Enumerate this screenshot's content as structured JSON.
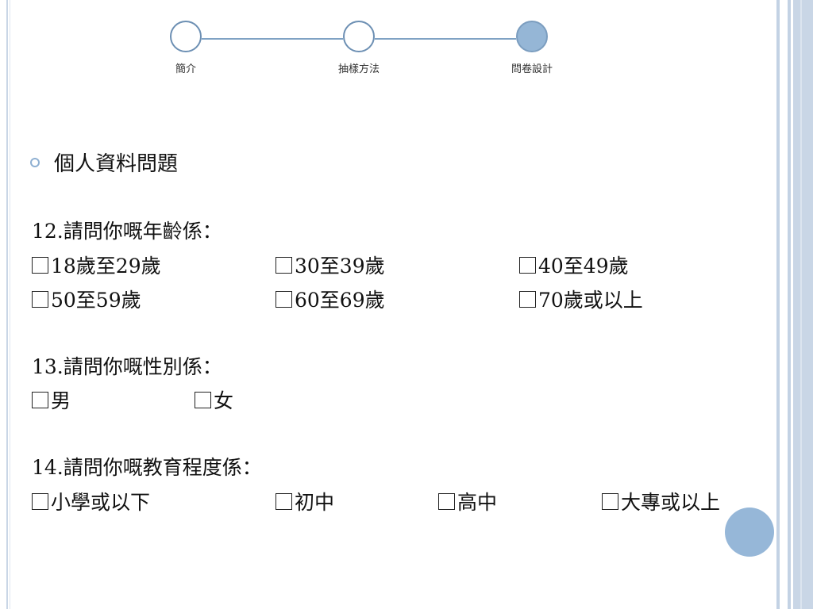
{
  "progress": {
    "steps": [
      {
        "label": "簡介",
        "state": "inactive"
      },
      {
        "label": "抽樣方法",
        "state": "inactive"
      },
      {
        "label": "問卷設計",
        "state": "active"
      }
    ]
  },
  "section": {
    "heading": "個人資料問題"
  },
  "questions": [
    {
      "title": "12.請問你嘅年齡係：",
      "options": [
        "18歲至29歲",
        "30至39歲",
        "40至49歲",
        "50至59歲",
        "60至69歲",
        "70歲或以上"
      ]
    },
    {
      "title": "13.請問你嘅性別係：",
      "options": [
        "男",
        "女"
      ]
    },
    {
      "title": "14.請問你嘅教育程度係：",
      "options": [
        "小學或以下",
        "初中",
        "高中",
        "大專或以上"
      ]
    }
  ],
  "colors": {
    "accent": "#95b6d6",
    "circle_border": "#6c8fb3",
    "track_line": "#7fa2c4",
    "bullet": "#8fb0d2"
  },
  "icons": {
    "bullet": "ring-bullet-icon",
    "checkbox": "checkbox-icon",
    "decor": "decorative-circle"
  }
}
